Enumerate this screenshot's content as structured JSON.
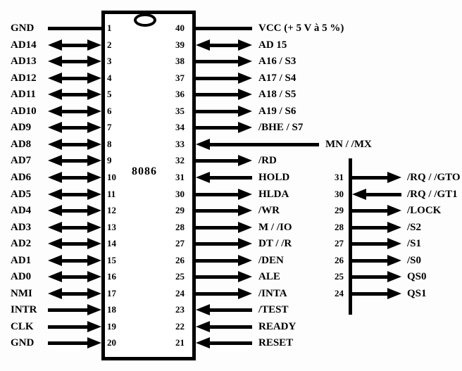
{
  "diagram": {
    "chip_name": "8086",
    "ink_color": "#000000",
    "background_color": "#fdfdfd"
  },
  "left_pins": [
    {
      "pin": "1",
      "label": "GND",
      "arrow": "line"
    },
    {
      "pin": "2",
      "label": "AD14",
      "arrow": "both"
    },
    {
      "pin": "3",
      "label": "AD13",
      "arrow": "both"
    },
    {
      "pin": "4",
      "label": "AD12",
      "arrow": "both"
    },
    {
      "pin": "5",
      "label": "AD11",
      "arrow": "both"
    },
    {
      "pin": "6",
      "label": "AD10",
      "arrow": "both"
    },
    {
      "pin": "7",
      "label": "AD9",
      "arrow": "both"
    },
    {
      "pin": "8",
      "label": "AD8",
      "arrow": "both"
    },
    {
      "pin": "9",
      "label": "AD7",
      "arrow": "both"
    },
    {
      "pin": "10",
      "label": "AD6",
      "arrow": "both"
    },
    {
      "pin": "11",
      "label": "AD5",
      "arrow": "both"
    },
    {
      "pin": "12",
      "label": "AD4",
      "arrow": "both"
    },
    {
      "pin": "13",
      "label": "AD3",
      "arrow": "both"
    },
    {
      "pin": "14",
      "label": "AD2",
      "arrow": "both"
    },
    {
      "pin": "15",
      "label": "AD1",
      "arrow": "both"
    },
    {
      "pin": "16",
      "label": "AD0",
      "arrow": "both"
    },
    {
      "pin": "17",
      "label": "NMI",
      "arrow": "both"
    },
    {
      "pin": "18",
      "label": "INTR",
      "arrow": "in"
    },
    {
      "pin": "19",
      "label": "CLK",
      "arrow": "in"
    },
    {
      "pin": "20",
      "label": "GND",
      "arrow": "in"
    }
  ],
  "right_pins": [
    {
      "pin": "40",
      "label": "VCC (+ 5 V à 5 %)",
      "arrow": "line"
    },
    {
      "pin": "39",
      "label": "AD 15",
      "arrow": "both"
    },
    {
      "pin": "38",
      "label": "A16 / S3",
      "arrow": "out"
    },
    {
      "pin": "37",
      "label": "A17 / S4",
      "arrow": "out"
    },
    {
      "pin": "36",
      "label": "A18 / S5",
      "arrow": "out"
    },
    {
      "pin": "35",
      "label": "A19 / S6",
      "arrow": "out"
    },
    {
      "pin": "34",
      "label": "/BHE / S7",
      "arrow": "out"
    },
    {
      "pin": "33",
      "label": "MN / /MX",
      "arrow": "in",
      "long": true
    },
    {
      "pin": "32",
      "label": "/RD",
      "arrow": "out"
    },
    {
      "pin": "31",
      "label": "HOLD",
      "arrow": "in"
    },
    {
      "pin": "30",
      "label": "HLDA",
      "arrow": "out"
    },
    {
      "pin": "29",
      "label": "/WR",
      "arrow": "out"
    },
    {
      "pin": "28",
      "label": "M / /IO",
      "arrow": "out"
    },
    {
      "pin": "27",
      "label": "DT / /R",
      "arrow": "out"
    },
    {
      "pin": "26",
      "label": "/DEN",
      "arrow": "out"
    },
    {
      "pin": "25",
      "label": "ALE",
      "arrow": "out"
    },
    {
      "pin": "24",
      "label": "/INTA",
      "arrow": "out"
    },
    {
      "pin": "23",
      "label": "/TEST",
      "arrow": "in"
    },
    {
      "pin": "22",
      "label": "READY",
      "arrow": "in"
    },
    {
      "pin": "21",
      "label": "RESET",
      "arrow": "in"
    }
  ],
  "max_mode_pins": [
    {
      "pin": "31",
      "label": "/RQ / /GTO",
      "arrow": "out"
    },
    {
      "pin": "30",
      "label": "/RQ / /GT1",
      "arrow": "in"
    },
    {
      "pin": "29",
      "label": "/LOCK",
      "arrow": "out"
    },
    {
      "pin": "28",
      "label": "/S2",
      "arrow": "out"
    },
    {
      "pin": "27",
      "label": "/S1",
      "arrow": "out"
    },
    {
      "pin": "26",
      "label": "/S0",
      "arrow": "out"
    },
    {
      "pin": "25",
      "label": "QS0",
      "arrow": "out"
    },
    {
      "pin": "24",
      "label": "QS1",
      "arrow": "out"
    }
  ]
}
